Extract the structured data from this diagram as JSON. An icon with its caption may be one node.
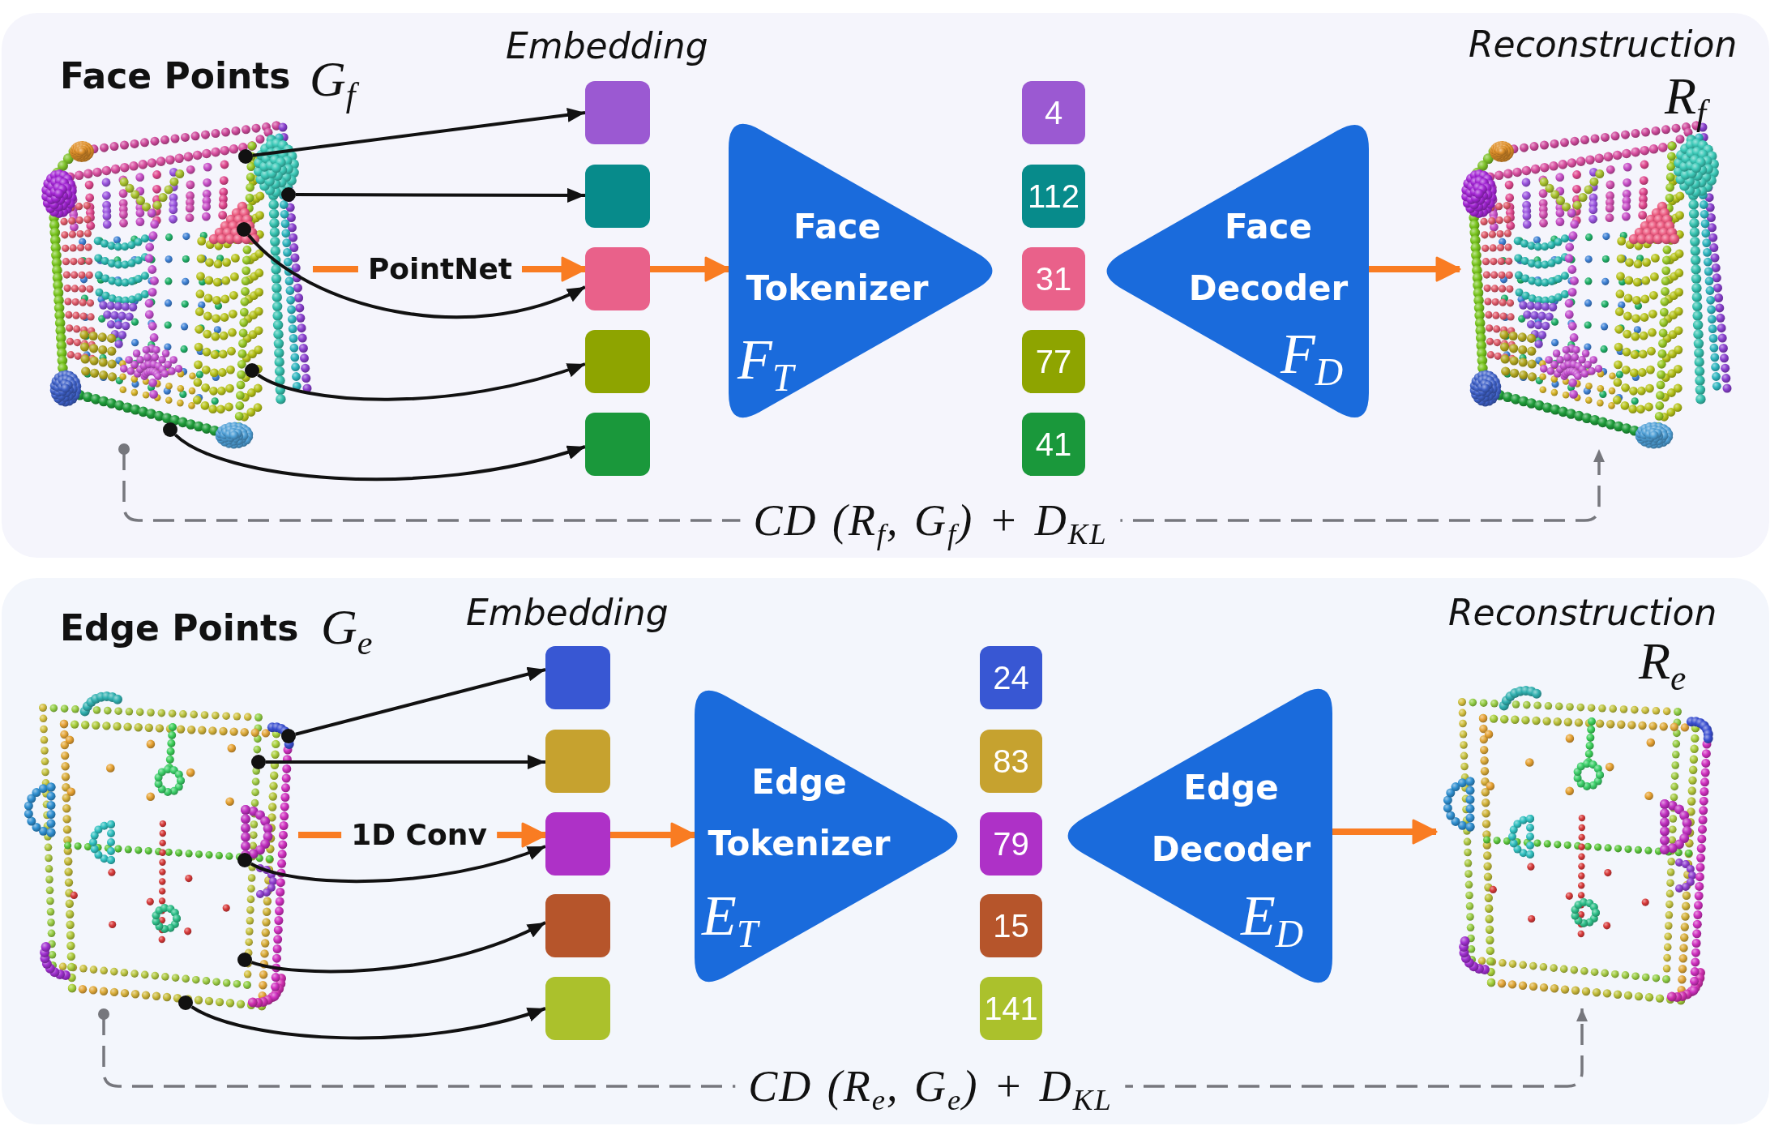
{
  "diagram": {
    "nodes": [
      {
        "text": [],
        "shape": "box"
      },
      {
        "text": [],
        "shape": "picture",
        "in": 0,
        "beside": [
          "Face Points",
          "G$_{f}$"
        ]
      },
      {
        "text": [],
        "shape": "circle",
        "in": 1
      },
      {
        "text": [],
        "shape": "circle",
        "in": 1
      },
      {
        "text": [],
        "shape": "circle",
        "in": 1
      },
      {
        "text": [],
        "shape": "circle",
        "in": 1
      },
      {
        "text": [],
        "shape": "circle",
        "in": 1
      },
      {
        "text": [],
        "shape": "box",
        "in": 0
      },
      {
        "text": [],
        "shape": "box",
        "in": 0
      },
      {
        "text": [],
        "shape": "box",
        "in": 0
      },
      {
        "text": [],
        "shape": "box",
        "in": 0
      },
      {
        "text": [],
        "shape": "box",
        "in": 0
      },
      {
        "text": [
          "Face Tokenizer",
          "F$_{T}$"
        ],
        "in": 0
      },
      {
        "text": [
          "4"
        ],
        "in": 0
      },
      {
        "text": [
          "112"
        ],
        "in": 0
      },
      {
        "text": [
          "31"
        ],
        "in": 0
      },
      {
        "text": [
          "77"
        ],
        "in": 0
      },
      {
        "text": [
          "41"
        ],
        "in": 0
      },
      {
        "text": [
          "Face Decoder",
          "F$_{D}$"
        ],
        "in": 0
      },
      {
        "text": [],
        "shape": "picture",
        "in": 0,
        "beside": [
          "Reconstruction",
          "R$_{f}$"
        ]
      },
      {
        "text": [],
        "shape": "box"
      },
      {
        "text": [],
        "shape": "picture",
        "in": 20,
        "beside": [
          "Edge Points",
          "G$_{e}$"
        ]
      },
      {
        "text": [],
        "shape": "circle",
        "in": 21
      },
      {
        "text": [],
        "shape": "circle",
        "in": 21
      },
      {
        "text": [],
        "shape": "circle",
        "in": 21
      },
      {
        "text": [],
        "shape": "circle",
        "in": 21
      },
      {
        "text": [],
        "shape": "circle",
        "in": 21
      },
      {
        "text": [],
        "shape": "box",
        "in": 20
      },
      {
        "text": [],
        "shape": "box",
        "in": 20
      },
      {
        "text": [],
        "shape": "box",
        "in": 20
      },
      {
        "text": [],
        "shape": "box",
        "in": 20
      },
      {
        "text": [],
        "shape": "box",
        "in": 20
      },
      {
        "text": [
          "Edge Tokenizer",
          "E$_{T}$"
        ],
        "in": 20
      },
      {
        "text": [
          "24"
        ],
        "in": 20
      },
      {
        "text": [
          "83"
        ],
        "in": 20
      },
      {
        "text": [
          "79"
        ],
        "in": 20
      },
      {
        "text": [
          "15"
        ],
        "in": 20
      },
      {
        "text": [
          "141"
        ],
        "in": 20
      },
      {
        "text": [
          "Edge Decoder",
          "E$_{D}$"
        ],
        "in": 20
      },
      {
        "text": [],
        "shape": "picture",
        "in": 20,
        "beside": [
          "Reconstruction",
          "R$_{e}$"
        ]
      }
    ],
    "edges": [
      {
        "from": 2,
        "to": 7,
        "arrow": "to"
      },
      {
        "from": 3,
        "to": 8,
        "arrow": "to"
      },
      {
        "from": 4,
        "to": 9,
        "arrow": "to"
      },
      {
        "from": 5,
        "to": 10,
        "arrow": "to"
      },
      {
        "from": 6,
        "to": 11,
        "arrow": "to"
      },
      {
        "from": 1,
        "to": 9,
        "arrow": "to",
        "label": "PointNet",
        "style": "thick",
        "color": "#f97c22"
      },
      {
        "from": 9,
        "to": 12,
        "arrow": "to",
        "style": "thick",
        "color": "#f97c22"
      },
      {
        "from": 18,
        "to": 19,
        "arrow": "to",
        "style": "thick",
        "color": "#f97c22"
      },
      {
        "from": 1,
        "to": 19,
        "arrow": "to",
        "label": "CD (R$_{f}$, G$_{f}$) + D$_{KL}$",
        "style": "dashed",
        "color": "#76777d"
      },
      {
        "from": 22,
        "to": 27,
        "arrow": "to"
      },
      {
        "from": 23,
        "to": 28,
        "arrow": "to"
      },
      {
        "from": 24,
        "to": 29,
        "arrow": "to"
      },
      {
        "from": 25,
        "to": 30,
        "arrow": "to"
      },
      {
        "from": 26,
        "to": 31,
        "arrow": "to"
      },
      {
        "from": 21,
        "to": 29,
        "arrow": "to",
        "label": "1D Conv",
        "style": "thick",
        "color": "#f97c22"
      },
      {
        "from": 29,
        "to": 32,
        "arrow": "to",
        "style": "thick",
        "color": "#f97c22"
      },
      {
        "from": 38,
        "to": 39,
        "arrow": "to",
        "style": "thick",
        "color": "#f97c22"
      },
      {
        "from": 21,
        "to": 39,
        "arrow": "to",
        "label": "CD (R$_{e}$, G$_{e}$) + D$_{KL}$",
        "style": "dashed",
        "color": "#76777d"
      }
    ],
    "labels": [
      "Embedding",
      "Embedding"
    ]
  }
}
